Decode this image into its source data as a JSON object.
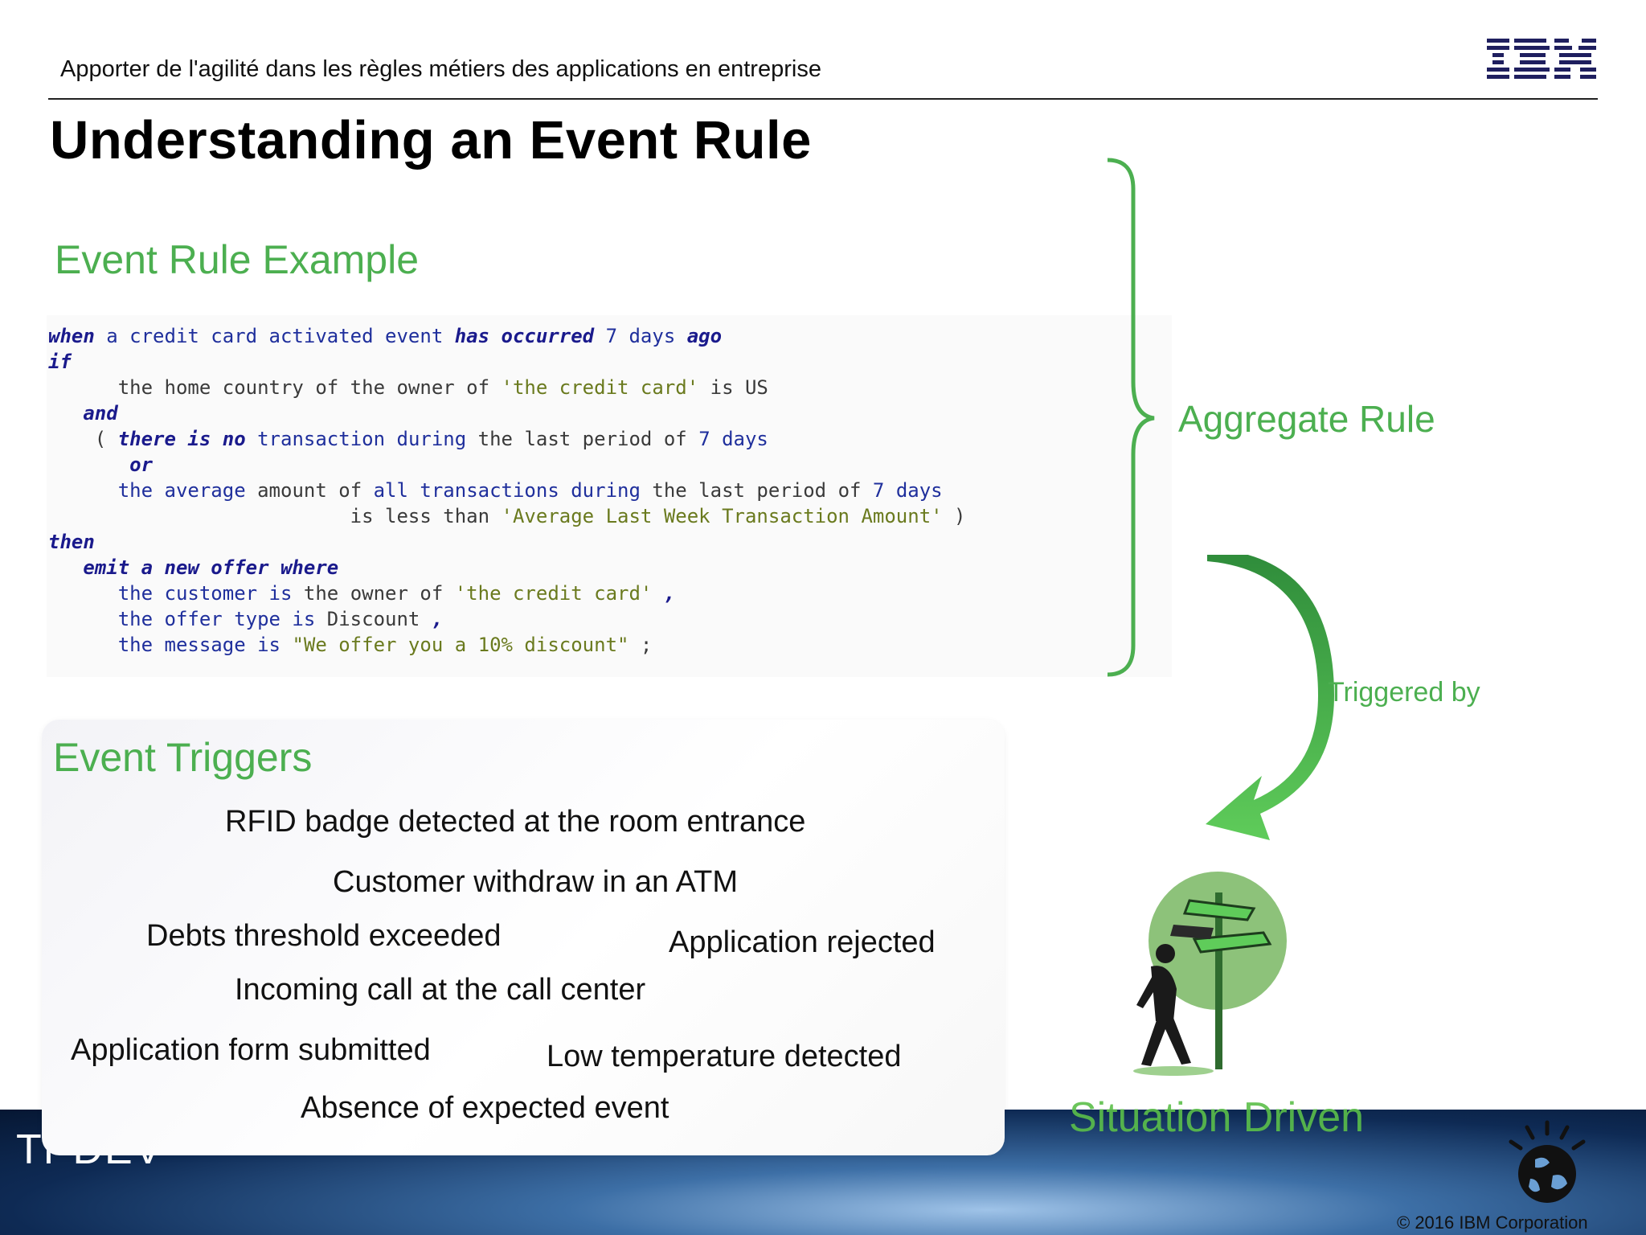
{
  "header": {
    "text": "Apporter de l'agilité dans les règles métiers des applications en entreprise",
    "logo": "IBM"
  },
  "title": "Understanding an Event Rule",
  "example_heading": "Event Rule Example",
  "code_lines": [
    [
      {
        "t": "when",
        "c": "kw"
      },
      {
        "t": " a credit card activated event ",
        "c": "vr"
      },
      {
        "t": "has occurred",
        "c": "kw"
      },
      {
        "t": " 7 days ",
        "c": "vr"
      },
      {
        "t": "ago",
        "c": "kw"
      }
    ],
    [
      {
        "t": "if",
        "c": "kw"
      }
    ],
    [
      {
        "t": "      the home country of the owner of ",
        "c": "tx"
      },
      {
        "t": "'the credit card'",
        "c": "st"
      },
      {
        "t": " is US",
        "c": "tx"
      }
    ],
    [
      {
        "t": "   and",
        "c": "kw"
      }
    ],
    [
      {
        "t": "    ( ",
        "c": "tx"
      },
      {
        "t": "there is no",
        "c": "kw"
      },
      {
        "t": " transaction during ",
        "c": "vr"
      },
      {
        "t": "the last period of ",
        "c": "tx"
      },
      {
        "t": "7 days",
        "c": "vr"
      }
    ],
    [
      {
        "t": "       or",
        "c": "kw"
      }
    ],
    [
      {
        "t": "      the average ",
        "c": "vr"
      },
      {
        "t": "amount of ",
        "c": "tx"
      },
      {
        "t": "all transactions during ",
        "c": "vr"
      },
      {
        "t": "the last period of ",
        "c": "tx"
      },
      {
        "t": "7 days",
        "c": "vr"
      }
    ],
    [
      {
        "t": "                          is less than ",
        "c": "tx"
      },
      {
        "t": "'Average Last Week Transaction Amount'",
        "c": "st"
      },
      {
        "t": " )",
        "c": "tx"
      }
    ],
    [
      {
        "t": "then",
        "c": "kw"
      }
    ],
    [
      {
        "t": "   emit a new offer where",
        "c": "kw"
      }
    ],
    [
      {
        "t": "      the customer is ",
        "c": "vr"
      },
      {
        "t": "the owner of ",
        "c": "tx"
      },
      {
        "t": "'the credit card'",
        "c": "st"
      },
      {
        "t": " ,",
        "c": "kw"
      }
    ],
    [
      {
        "t": "      the offer type is ",
        "c": "vr"
      },
      {
        "t": "Discount",
        "c": "tx"
      },
      {
        "t": " ,",
        "c": "kw"
      }
    ],
    [
      {
        "t": "      the message is ",
        "c": "vr"
      },
      {
        "t": "\"We offer you a 10% discount\"",
        "c": "st"
      },
      {
        "t": " ;",
        "c": "tx"
      }
    ]
  ],
  "aggregate_label": "Aggregate Rule",
  "triggered_by_label": "Triggered by",
  "triggers_heading": "Event Triggers",
  "triggers": [
    "RFID badge detected at the room entrance",
    "Customer withdraw in an ATM",
    "Debts threshold exceeded",
    "Application rejected",
    "Incoming call at the call center",
    "Application form submitted",
    "Low temperature detected",
    "Absence of expected event"
  ],
  "situation_label": "Situation Driven",
  "footer": {
    "left_text": "TPDEV",
    "copyright": "© 2016 IBM Corporation"
  },
  "colors": {
    "accent_green": "#4caf50",
    "keyword_blue": "#1a1a8c",
    "string_olive": "#6a7a1e"
  },
  "icons": [
    "ibm-logo",
    "curly-brace-icon",
    "curved-arrow-icon",
    "signpost-figure-icon",
    "globe-logo-icon"
  ]
}
